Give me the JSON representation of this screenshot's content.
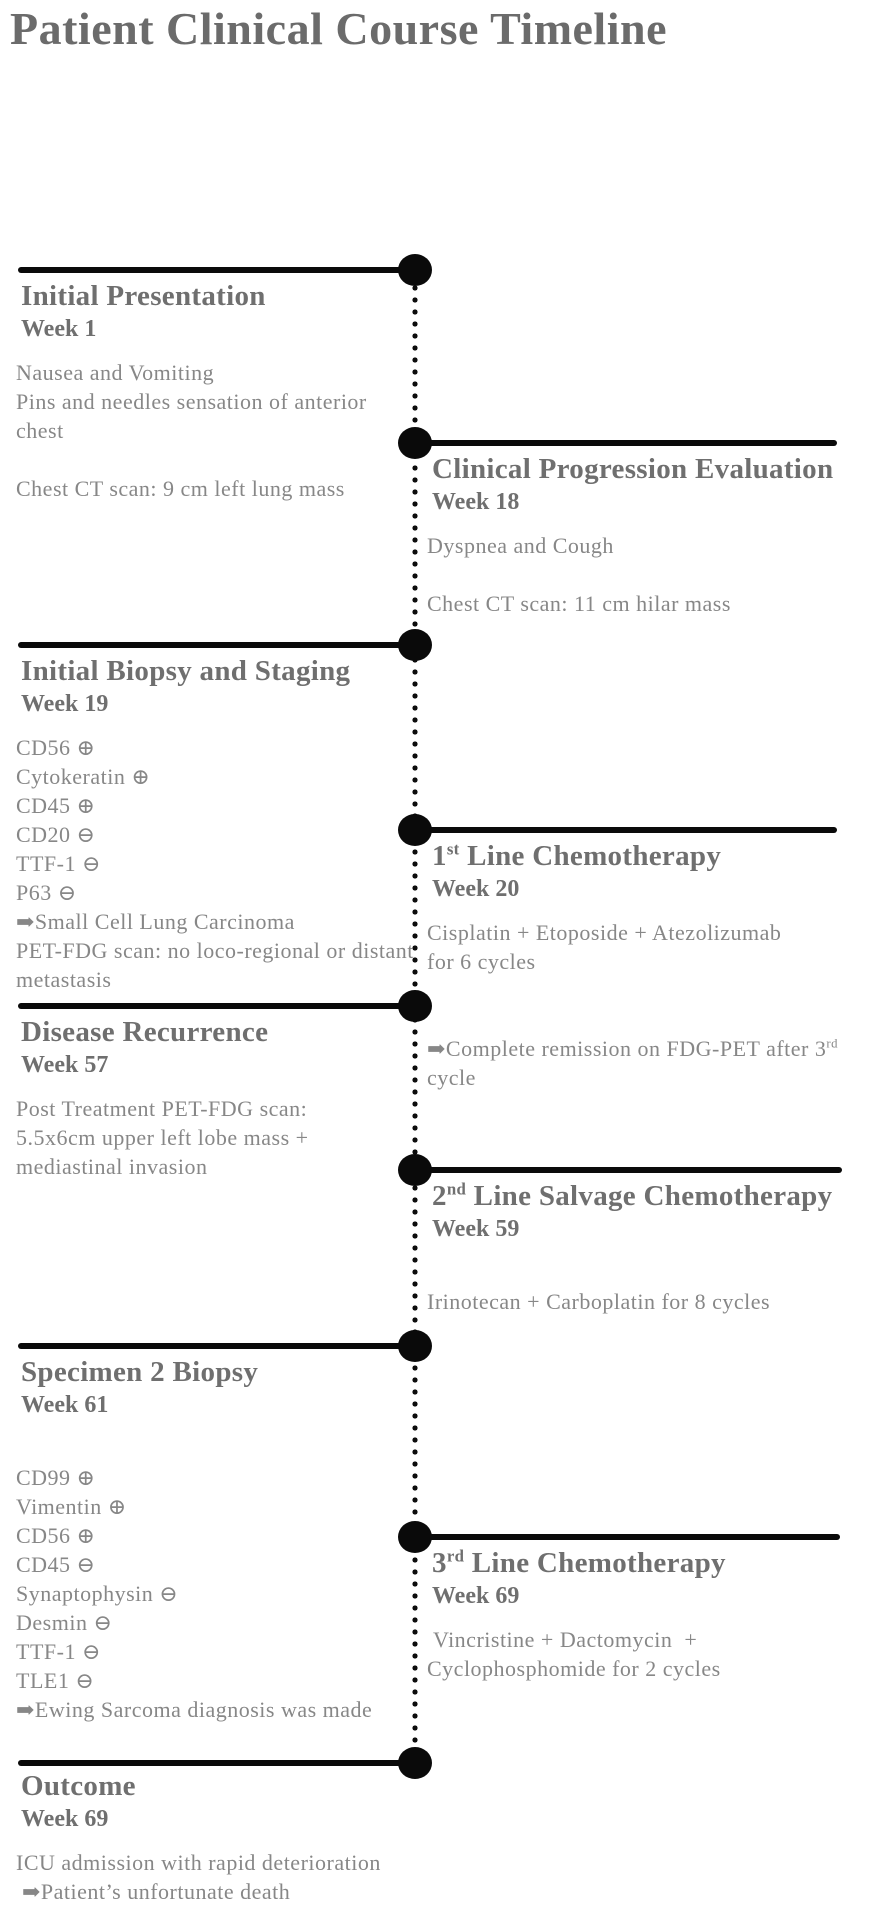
{
  "page_title": "Patient Clinical Course Timeline",
  "icons": {
    "arrow-icon": "➡",
    "positive-marker-icon": "⊕",
    "negative-marker-icon": "⊖"
  },
  "colors": {
    "timeline_line": "#0a0a0a",
    "heading_text": "#6f6f6f",
    "body_text": "#878787",
    "title_text": "#6b6b6b"
  },
  "events": [
    {
      "title": "Initial Presentation",
      "week": "Week 1",
      "lines": [
        "Nausea and Vomiting",
        "Pins and needles sensation of anterior chest",
        "",
        "Chest CT scan: 9 cm left lung mass"
      ]
    },
    {
      "title": "Clinical Progression Evaluation",
      "week": "Week 18",
      "lines": [
        "Dyspnea and Cough",
        "",
        "Chest CT scan: 11 cm hilar mass"
      ]
    },
    {
      "title": "Initial Biopsy and Staging",
      "week": "Week 19",
      "lines": [
        "CD56 ⊕",
        "Cytokeratin ⊕",
        "CD45 ⊕",
        "CD20 ⊖",
        "TTF-1 ⊖",
        "P63 ⊖",
        "➡Small Cell Lung Carcinoma",
        "PET-FDG scan: no loco-regional or distant metastasis"
      ]
    },
    {
      "title": "1^{st} Line Chemotherapy",
      "week": "Week 20",
      "lines": [
        "Cisplatin + Etoposide + Atezolizumab",
        "for 6 cycles",
        "",
        "",
        "➡Complete remission on FDG-PET after 3^{rd}",
        "cycle"
      ]
    },
    {
      "title": "Disease Recurrence",
      "week": "Week 57",
      "lines": [
        "Post Treatment PET-FDG scan:",
        "5.5x6cm upper left lobe mass +",
        "mediastinal invasion"
      ]
    },
    {
      "title": "2^{nd} Line Salvage Chemotherapy",
      "week": "Week 59",
      "lines": [
        "",
        "Irinotecan + Carboplatin for 8 cycles"
      ]
    },
    {
      "title": "Specimen 2 Biopsy",
      "week": "Week 61",
      "lines": [
        "",
        "CD99 ⊕",
        "Vimentin ⊕",
        "CD56 ⊕",
        "CD45 ⊖",
        "Synaptophysin ⊖",
        "Desmin ⊖",
        "TTF-1 ⊖",
        "TLE1 ⊖",
        "➡Ewing Sarcoma diagnosis was made"
      ]
    },
    {
      "title": "3^{rd} Line Chemotherapy",
      "week": "Week 69",
      "lines": [
        " Vincristine + Dactomycin  +",
        "Cyclophosphomide for 2 cycles"
      ]
    },
    {
      "title": "Outcome",
      "week": "Week 69",
      "lines": [
        "ICU admission with rapid deterioration",
        " ➡Patient’s unfortunate death"
      ]
    }
  ]
}
